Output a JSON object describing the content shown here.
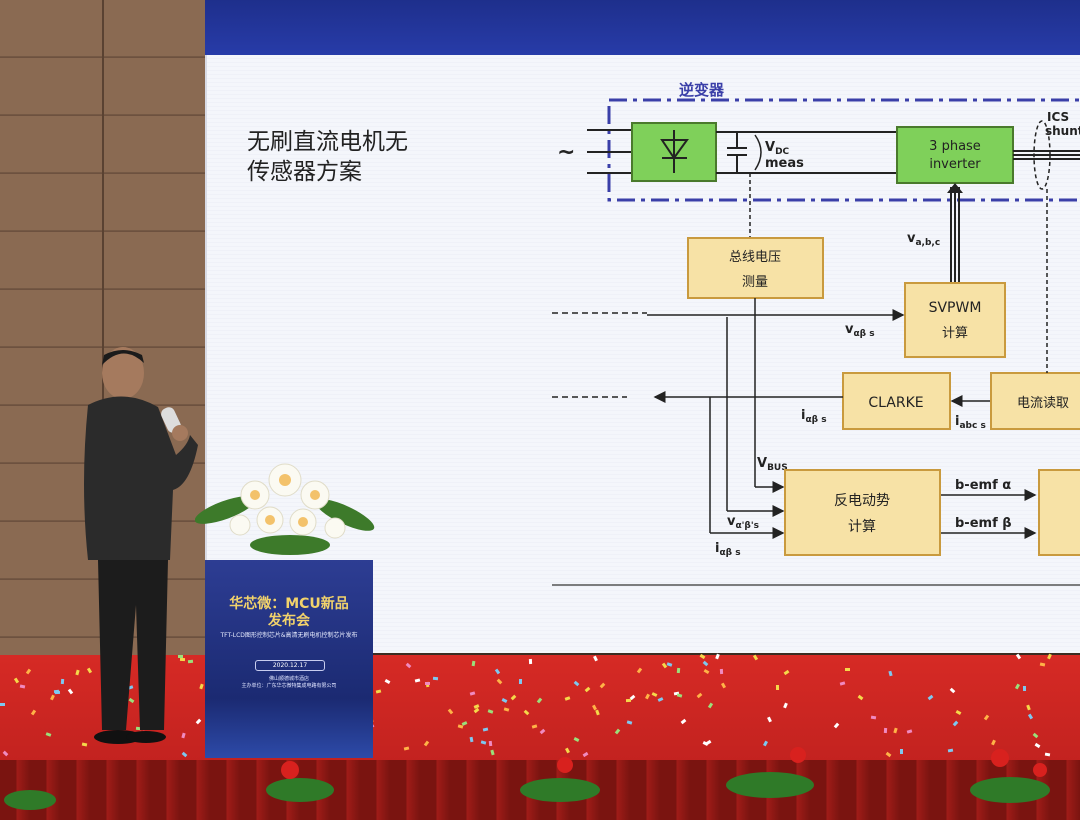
{
  "slide": {
    "title_line1": "无刷直流电机无",
    "title_line2": "传感器方案",
    "tilde": "~",
    "inverter_group_label": "逆变器",
    "rectifier_symbol": "diode",
    "vdc_label_v": "V",
    "vdc_label_sub": "DC",
    "vdc_label_meas": "meas",
    "inverter_box_line1": "3 phase",
    "inverter_box_line2": "inverter",
    "ics_label": "ICS",
    "shunt_label": "shunt",
    "bus_voltage_line1": "总线电压",
    "bus_voltage_line2": "测量",
    "vabc_label": "v",
    "vabc_sub": "a,b,c",
    "svpwm_line1": "SVPWM",
    "svpwm_line2": "计算",
    "valpha_label": "v",
    "valpha_sub": "αβ s",
    "clarke_label": "CLARKE",
    "current_read_label": "电流读取",
    "ialpha_label": "i",
    "ialpha_sub": "αβ s",
    "iabc_label": "i",
    "iabc_sub": "abc s",
    "vbus_label": "V",
    "vbus_sub": "BUS",
    "bemf_line1": "反电动势",
    "bemf_line2": "计算",
    "bemf_alpha": "b-emf α",
    "bemf_beta": "b-emf β",
    "valphaprime_label": "v",
    "valphaprime_sub": "α'β's",
    "ialpha2_label": "i",
    "ialpha2_sub": "αβ s"
  },
  "podium": {
    "title_line1": "华芯微：MCU新品",
    "title_line2": "发布会",
    "subtitle": "TFT-LCD图形控制芯片&高清无刷电机控制芯片发布",
    "date": "2020.12.17",
    "venue_line1": "佛山顺德城市酒店",
    "venue_line2": "主办单位：广东华芯微特集成电路有限公司"
  },
  "colors": {
    "box_yellow": "#f7e2a6",
    "box_border": "#c99a3e",
    "box_green": "#7fd05a",
    "dash_blue": "#3a3fa8",
    "stage_red": "#d62a25",
    "podium_blue": "#2d3d93"
  }
}
